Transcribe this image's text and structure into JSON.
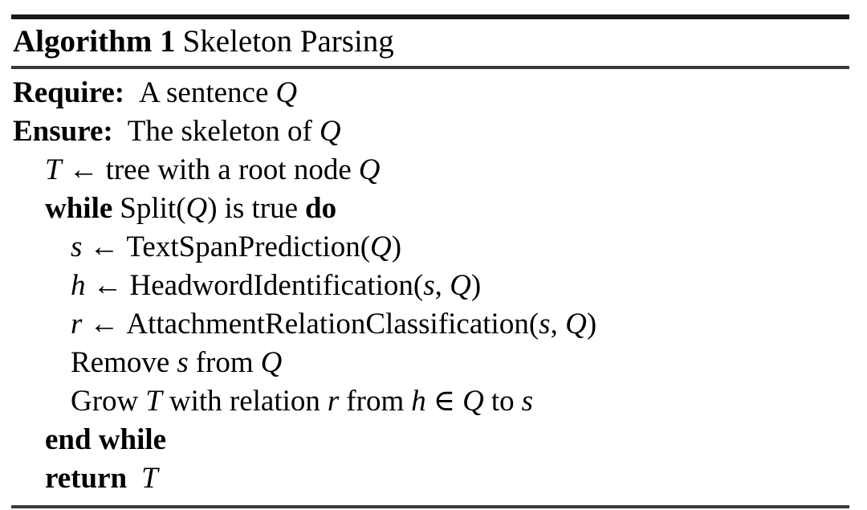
{
  "algorithm": {
    "header": {
      "label": "Algorithm 1",
      "name": "Skeleton Parsing"
    },
    "lines": [
      {
        "id": "require",
        "indent": 0,
        "keyword": "Require:",
        "text": "A sentence",
        "math_tail": "Q"
      },
      {
        "id": "ensure",
        "indent": 0,
        "keyword": "Ensure:",
        "text": "The skeleton of",
        "math_tail": "Q"
      },
      {
        "id": "init-tree",
        "indent": 1,
        "lhs": "T",
        "arrow": "←",
        "text": "tree with a root node",
        "math_tail": "Q"
      },
      {
        "id": "while-split",
        "indent": 1,
        "keyword": "while",
        "call": "Split(",
        "call_arg": "Q",
        "call_close": ")",
        "text": "is true",
        "keyword_end": "do"
      },
      {
        "id": "text-span-prediction",
        "indent": 2,
        "lhs": "s",
        "arrow": "←",
        "call": "TextSpanPrediction(",
        "call_arg": "Q",
        "call_close": ")"
      },
      {
        "id": "headword-identification",
        "indent": 2,
        "lhs": "h",
        "arrow": "←",
        "call": "HeadwordIdentification(",
        "call_arg1": "s",
        "call_sep": ", ",
        "call_arg2": "Q",
        "call_close": ")"
      },
      {
        "id": "attachment-relation-classification",
        "indent": 2,
        "lhs": "r",
        "arrow": "←",
        "call": "AttachmentRelationClassification(",
        "call_arg1": "s",
        "call_sep": ", ",
        "call_arg2": "Q",
        "call_close": ")"
      },
      {
        "id": "remove-span",
        "indent": 2,
        "text_a": "Remove",
        "math_a": "s",
        "text_b": "from",
        "math_b": "Q"
      },
      {
        "id": "grow-tree",
        "indent": 2,
        "text_a": "Grow",
        "math_a": "T",
        "text_b": "with relation",
        "math_b": "r",
        "text_c": "from",
        "math_c": "h",
        "member": "∈",
        "math_d": "Q",
        "text_d": "to",
        "math_e": "s"
      },
      {
        "id": "end-while",
        "indent": 1,
        "keyword": "end while"
      },
      {
        "id": "return",
        "indent": 1,
        "keyword": "return",
        "math_tail": "T"
      }
    ]
  }
}
